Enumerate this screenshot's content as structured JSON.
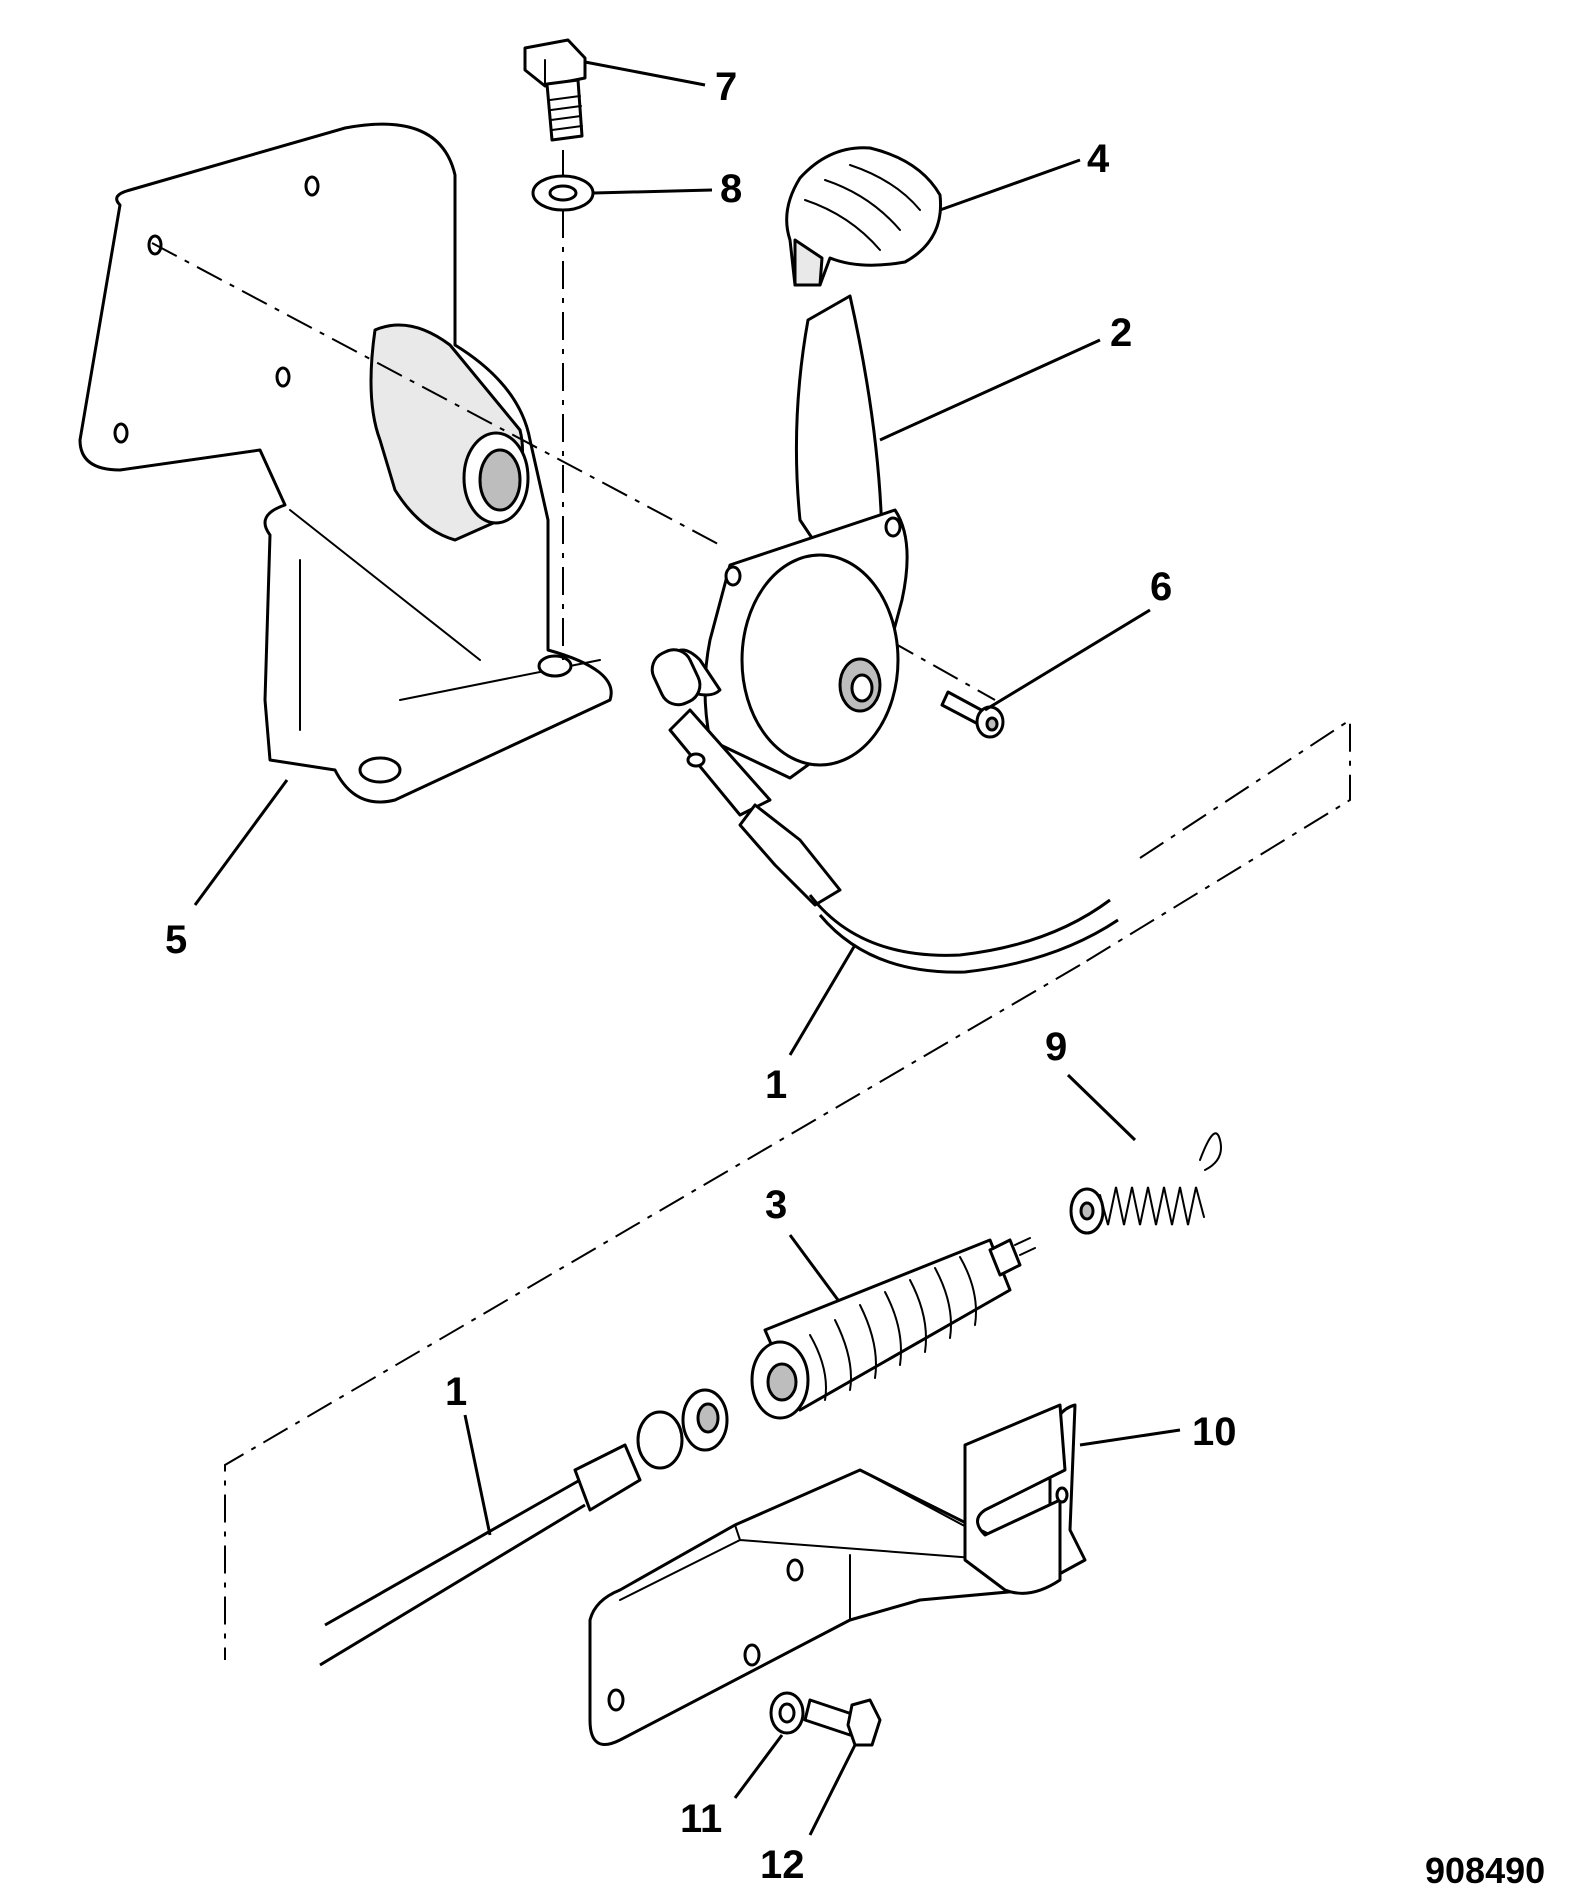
{
  "callouts": {
    "c7": "7",
    "c8": "8",
    "c4": "4",
    "c2": "2",
    "c6": "6",
    "c5": "5",
    "c1_upper": "1",
    "c9": "9",
    "c3": "3",
    "c1_lower": "1",
    "c10": "10",
    "c11": "11",
    "c12": "12"
  },
  "drawing_ref": "908490"
}
